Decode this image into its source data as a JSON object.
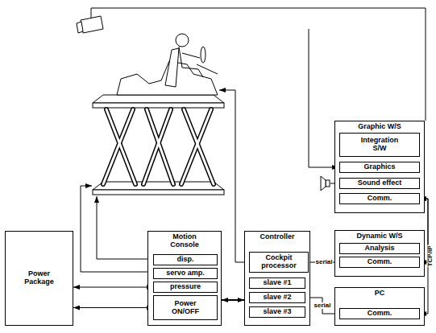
{
  "diagram": {
    "nodes": [
      {
        "text": [
          "Power Package"
        ]
      },
      {
        "text": [
          "Motion Console"
        ]
      },
      {
        "text": [
          "disp."
        ],
        "in": 1
      },
      {
        "text": [
          "servo amp."
        ],
        "in": 1
      },
      {
        "text": [
          "pressure"
        ],
        "in": 1
      },
      {
        "text": [
          "Power ON/OFF"
        ],
        "in": 1
      },
      {
        "text": [
          "Controller"
        ]
      },
      {
        "text": [
          "Cockpit processor"
        ],
        "in": 6
      },
      {
        "text": [
          "slave #1"
        ],
        "in": 6
      },
      {
        "text": [
          "slave #2"
        ],
        "in": 6
      },
      {
        "text": [
          "slave #3"
        ],
        "in": 6
      },
      {
        "text": [
          "Graphic W/S"
        ]
      },
      {
        "text": [
          "Integration S/W"
        ],
        "in": 11
      },
      {
        "text": [
          "Graphics"
        ],
        "in": 11
      },
      {
        "text": [
          "Sound effect"
        ],
        "in": 11
      },
      {
        "text": [
          "Comm."
        ],
        "in": 11
      },
      {
        "text": [
          "Dynamic W/S"
        ]
      },
      {
        "text": [
          "Analysis"
        ],
        "in": 16
      },
      {
        "text": [
          "Comm."
        ],
        "in": 16
      },
      {
        "text": [
          "PC"
        ]
      },
      {
        "text": [
          "Comm."
        ],
        "in": 19
      }
    ],
    "edges": [
      {
        "from": 0,
        "to": 4,
        "arrow": "both"
      },
      {
        "from": 0,
        "to": 5,
        "arrow": "both"
      },
      {
        "from": 1,
        "to": 6,
        "arrow": "both"
      },
      {
        "from": 18,
        "to": 7,
        "label": "serial",
        "arrow": "none"
      },
      {
        "from": 20,
        "to": 9,
        "label": "serial",
        "arrow": "none"
      },
      {
        "from": 18,
        "to": 15,
        "arrow": "both"
      },
      {
        "from": 20,
        "to": 15,
        "arrow": "both"
      }
    ],
    "labels": [
      "TCP/IP"
    ]
  }
}
